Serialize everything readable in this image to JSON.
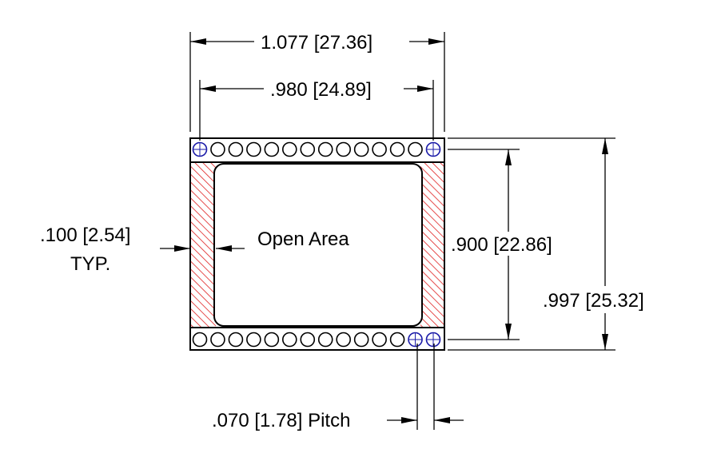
{
  "dimensions": {
    "overall_width": ".077 [27.36]",
    "overall_width_prefix": "1",
    "pin_span_width": ".980 [24.89]",
    "pin_row_spacing": ".900 [22.86]",
    "overall_height": ".997 [25.32]",
    "wall_thickness": ".100 [2.54]",
    "wall_thickness_note": "TYP.",
    "pitch": ".070 [1.78] Pitch"
  },
  "labels": {
    "open_area": "Open Area"
  },
  "pins": {
    "per_row": 14,
    "rows": 2
  },
  "colors": {
    "hatch": "#e02020",
    "reference_pin": "#1a1aa8",
    "line": "#000000"
  }
}
